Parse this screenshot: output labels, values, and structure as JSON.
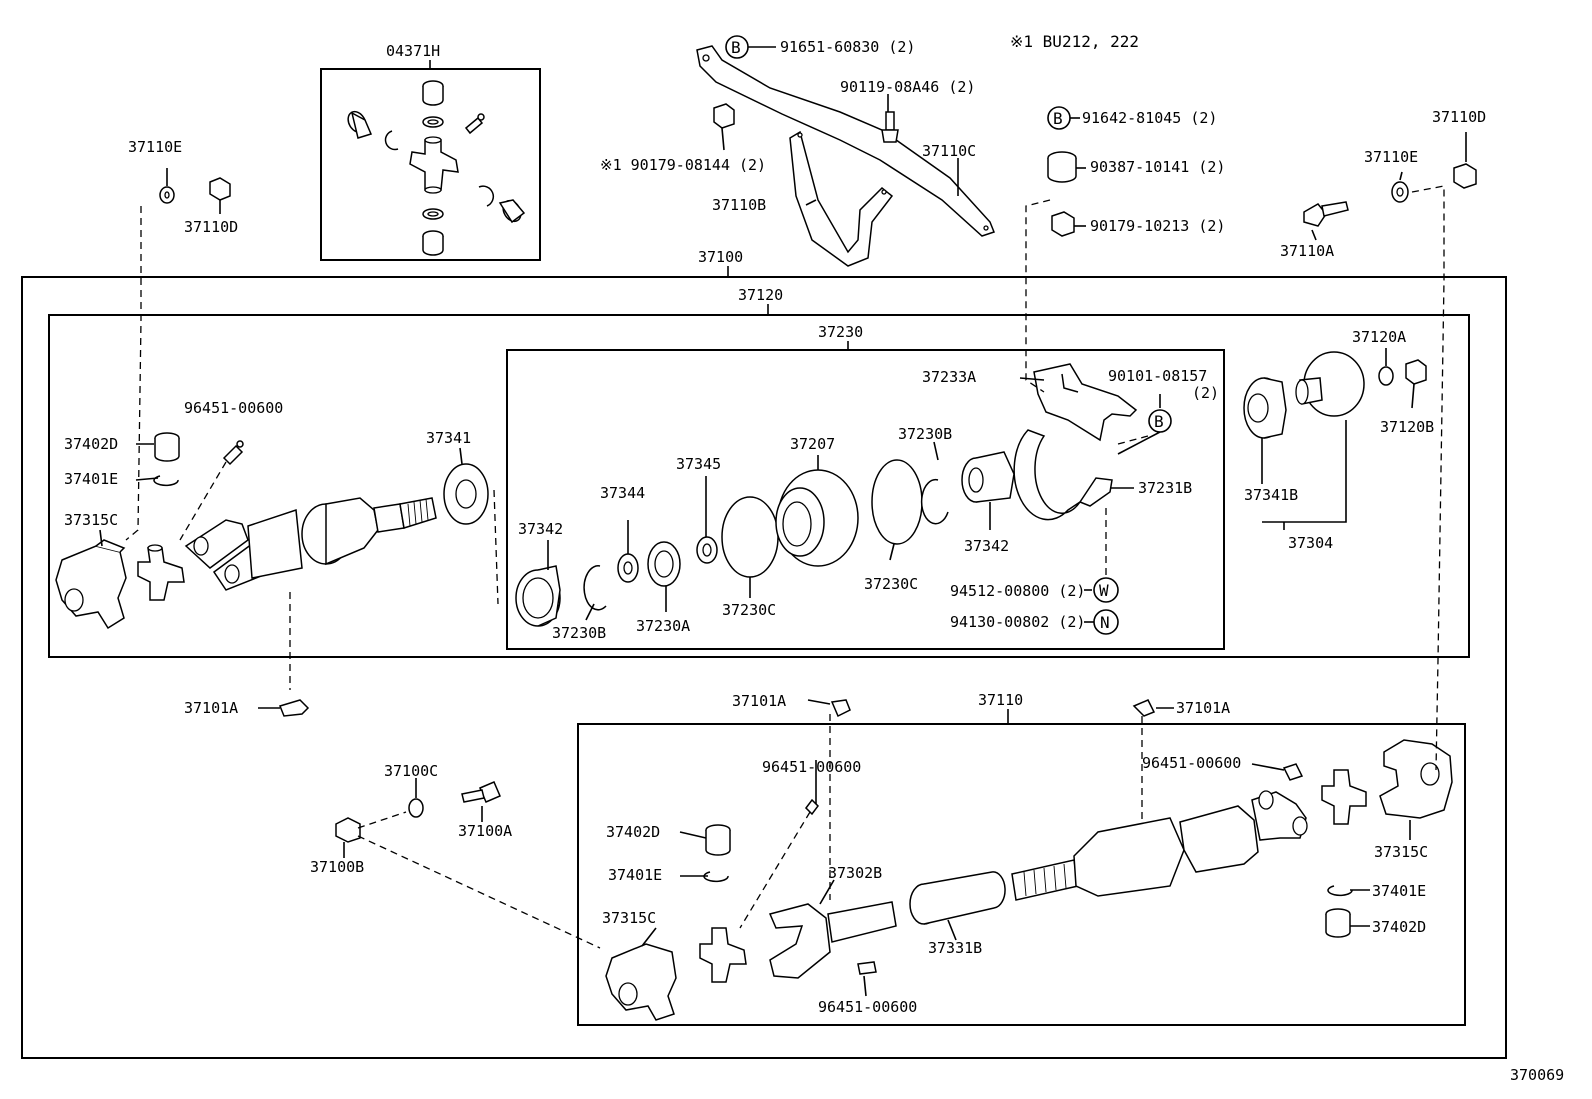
{
  "diagram_id": "370069",
  "note": "※1 BU212, 222",
  "boxes": {
    "outer": "37100",
    "front_shaft": "37120",
    "center_bearing": "37230",
    "rear_shaft": "37110",
    "kit": "04371H"
  },
  "labels": {
    "l_91651": "91651-60830 (2)",
    "l_90119": "90119-08A46 (2)",
    "l_90179a": "※1 90179-08144 (2)",
    "l_37110c": "37110C",
    "l_37110b": "37110B",
    "l_91642": "91642-81045 (2)",
    "l_90387": "90387-10141 (2)",
    "l_90179b": "90179-10213 (2)",
    "l_37110e_l": "37110E",
    "l_37110d_l": "37110D",
    "l_37110d_r": "37110D",
    "l_37110e_r": "37110E",
    "l_37110a": "37110A",
    "l_96451_a": "96451-00600",
    "l_37402d_a": "37402D",
    "l_37401e_a": "37401E",
    "l_37315c_a": "37315C",
    "l_37341": "37341",
    "l_37342_a": "37342",
    "l_37230b_a": "37230B",
    "l_37344": "37344",
    "l_37230a": "37230A",
    "l_37345": "37345",
    "l_37230c_a": "37230C",
    "l_37207": "37207",
    "l_37230b_b": "37230B",
    "l_37230c_b": "37230C",
    "l_37342_b": "37342",
    "l_37233a": "37233A",
    "l_90101": "90101-08157",
    "l_90101q": "(2)",
    "l_37231b": "37231B",
    "l_94512": "94512-00800 (2)",
    "l_94130": "94130-00802 (2)",
    "l_37120a": "37120A",
    "l_37120b": "37120B",
    "l_37341b": "37341B",
    "l_37304": "37304",
    "l_37101a_a": "37101A",
    "l_37101a_b": "37101A",
    "l_37101a_c": "37101A",
    "l_37100c": "37100C",
    "l_37100a": "37100A",
    "l_37100b": "37100B",
    "l_96451_b": "96451-00600",
    "l_96451_c": "96451-00600",
    "l_96451_d": "96451-00600",
    "l_37402d_b": "37402D",
    "l_37401e_b": "37401E",
    "l_37315c_b": "37315C",
    "l_37302b": "37302B",
    "l_37331b": "37331B",
    "l_37315c_c": "37315C",
    "l_37401e_c": "37401E",
    "l_37402d_c": "37402D"
  },
  "circle_marks": {
    "b1": "B",
    "b2": "B",
    "b3": "B",
    "w": "W",
    "n": "N"
  }
}
